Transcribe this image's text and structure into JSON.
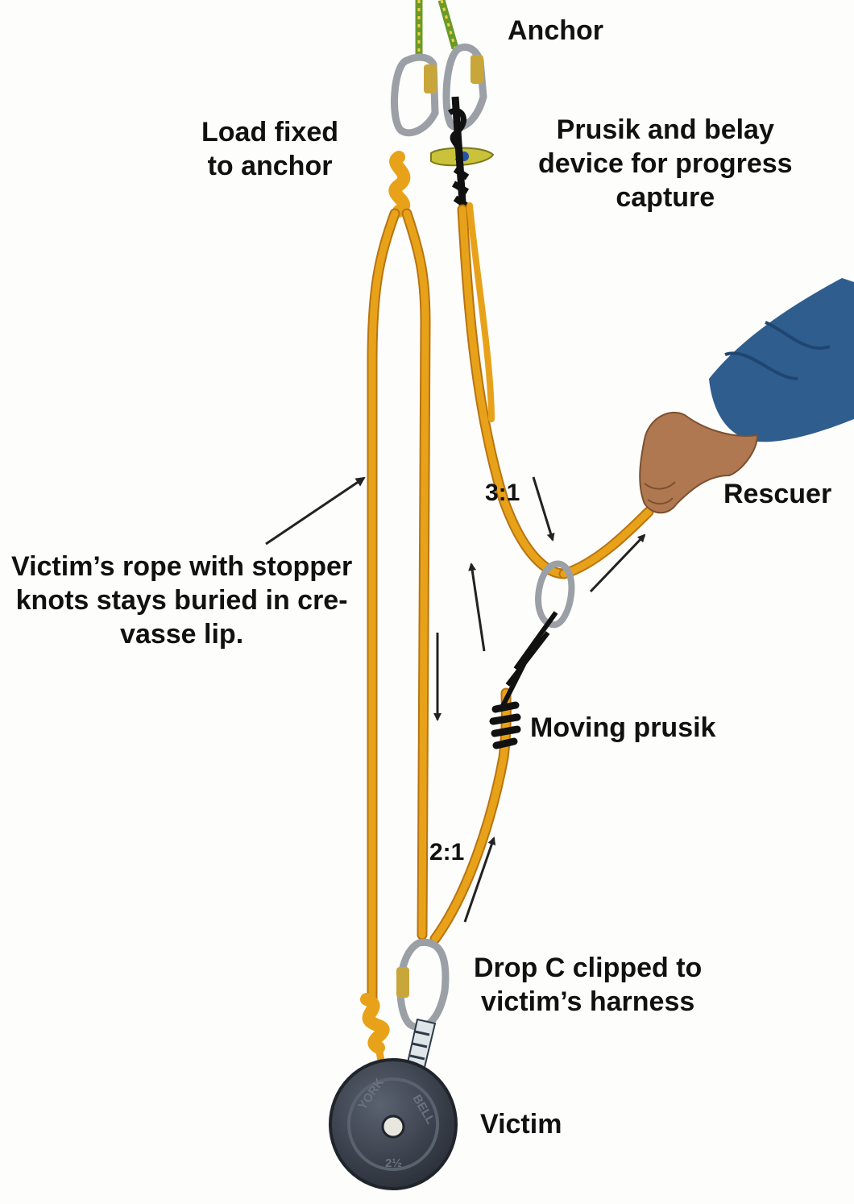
{
  "labels": {
    "anchor": "Anchor",
    "load_fixed": "Load fixed\nto anchor",
    "prusik_belay": "Prusik and belay\ndevice for progress\ncapture",
    "rescuer": "Rescuer",
    "victim_rope": "Victim’s rope with stopper\nknots stays buried in cre-\nvasse lip.",
    "moving_prusik": "Moving prusik",
    "drop_c": "Drop C clipped to\nvictim’s harness",
    "victim": "Victim"
  },
  "ratios": {
    "three_to_one": "3:1",
    "two_to_one": "2:1"
  },
  "plate_text": {
    "brand_left": "YORK",
    "brand_right": "BELL",
    "weight": "2½"
  },
  "colors": {
    "rope": "#e8a21a",
    "rope_shadow": "#b87410",
    "anchor_rope": "#6a9a2a",
    "prusik_cord": "#111111",
    "carabiner": "#9aa0a6",
    "belay_device": "#c9c23a",
    "sleeve": "#2f5d8e",
    "skin": "#b07850",
    "plate": "#3c4350",
    "sling": "#dfe6ea"
  }
}
